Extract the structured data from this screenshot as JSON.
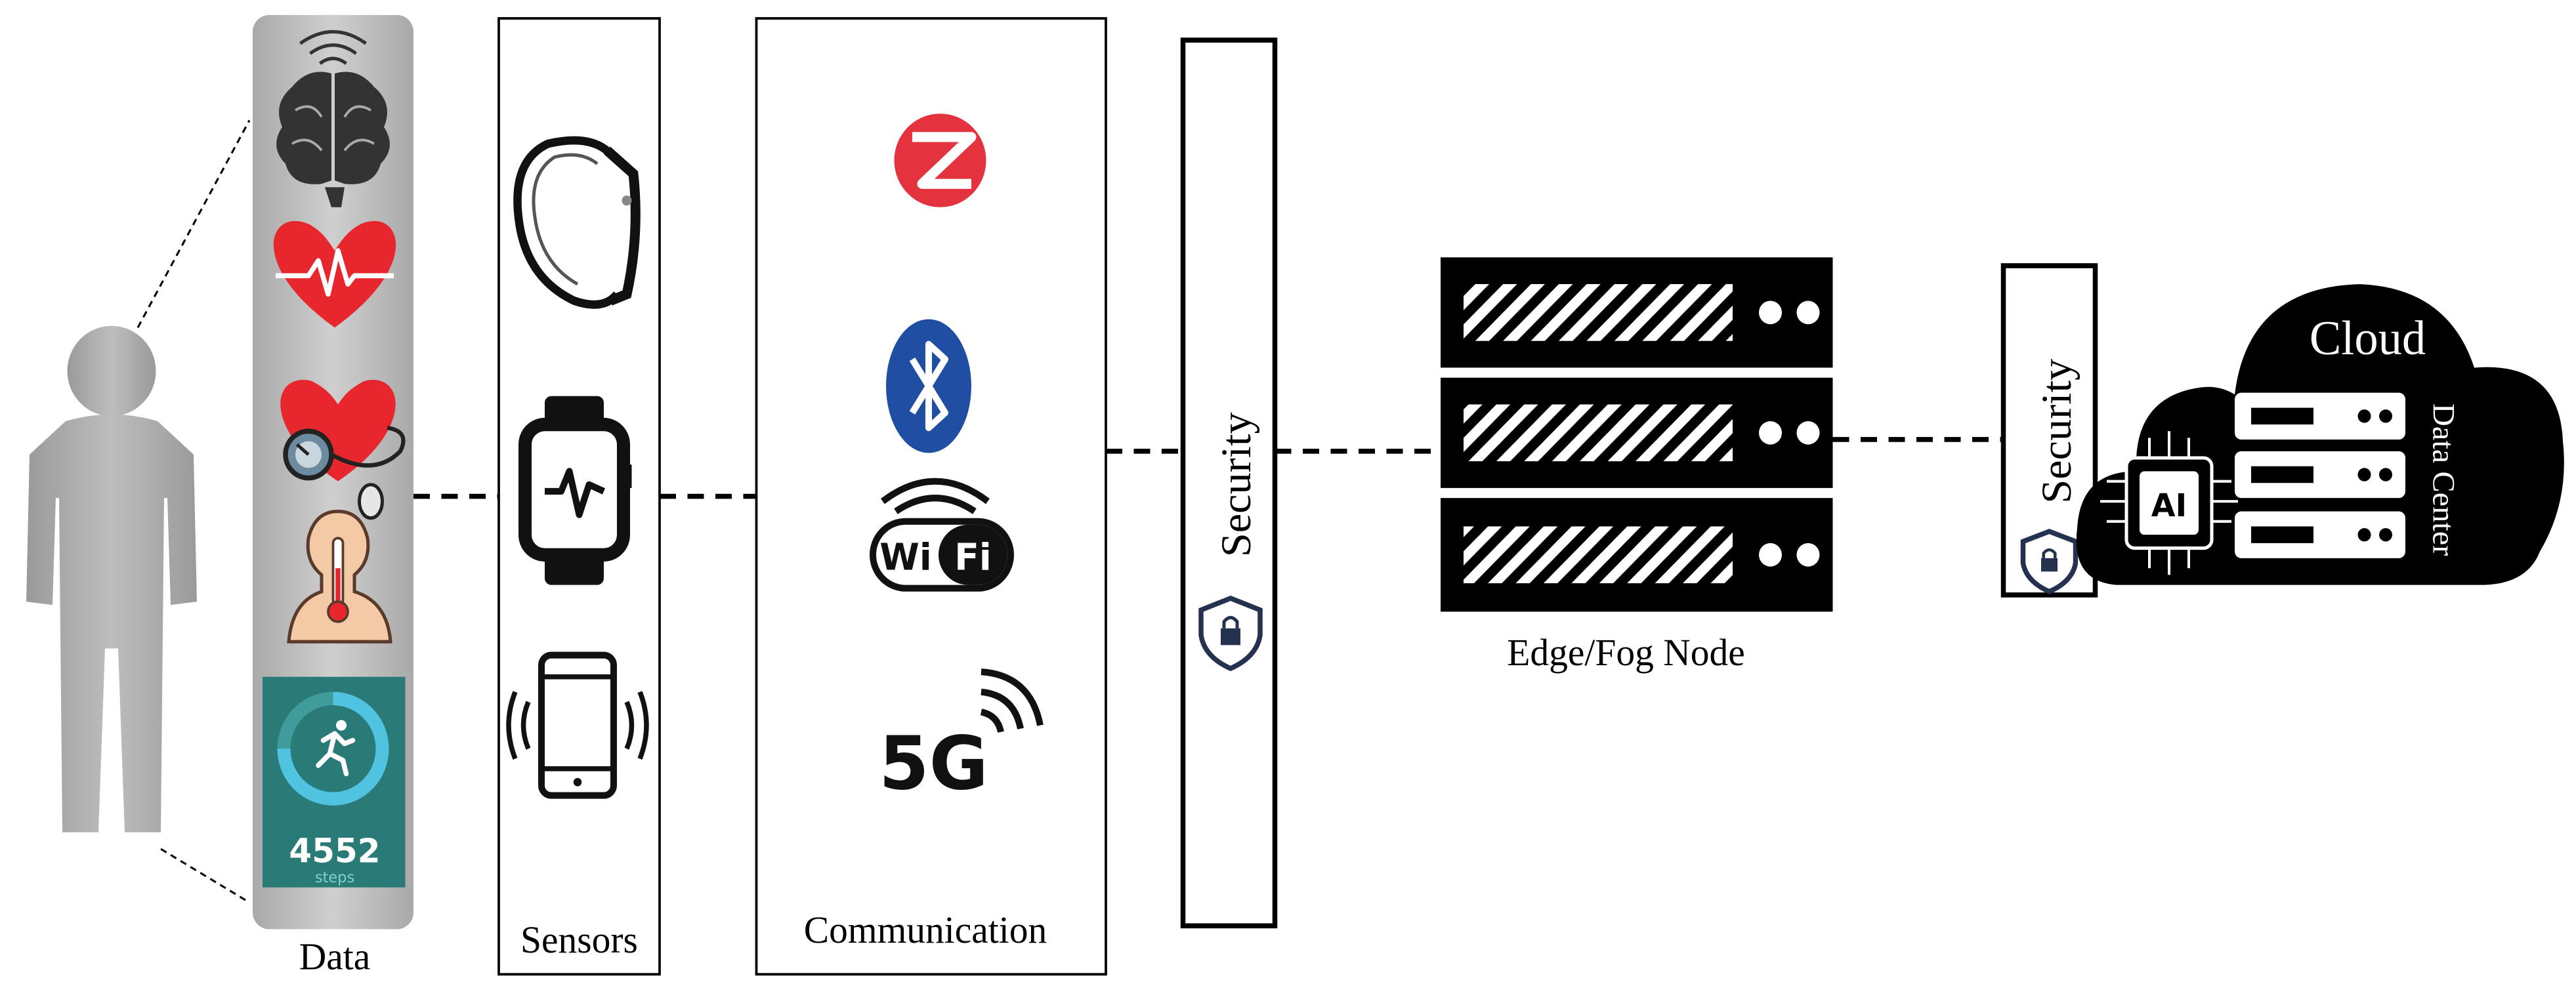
{
  "labels": {
    "data": "Data",
    "sensors": "Sensors",
    "communication": "Communication",
    "security_1": "Security",
    "edge_fog_node": "Edge/Fog Node",
    "security_2": "Security",
    "cloud": "Cloud",
    "data_center": "Data Center",
    "ai": "AI"
  },
  "data_column": {
    "steps_count": "4552",
    "steps_unit": "steps"
  },
  "communication_icons": {
    "wifi_text_1": "Wi",
    "wifi_text_2": "Fi",
    "fiveg_text": "5G"
  },
  "colors": {
    "heart_red": "#e8262d",
    "zigbee_red": "#e5323f",
    "bluetooth_blue": "#1f4ea3",
    "steps_teal": "#2a7a78",
    "steps_ring": "#4fc3e0",
    "skin_peach": "#f4c9a6"
  }
}
